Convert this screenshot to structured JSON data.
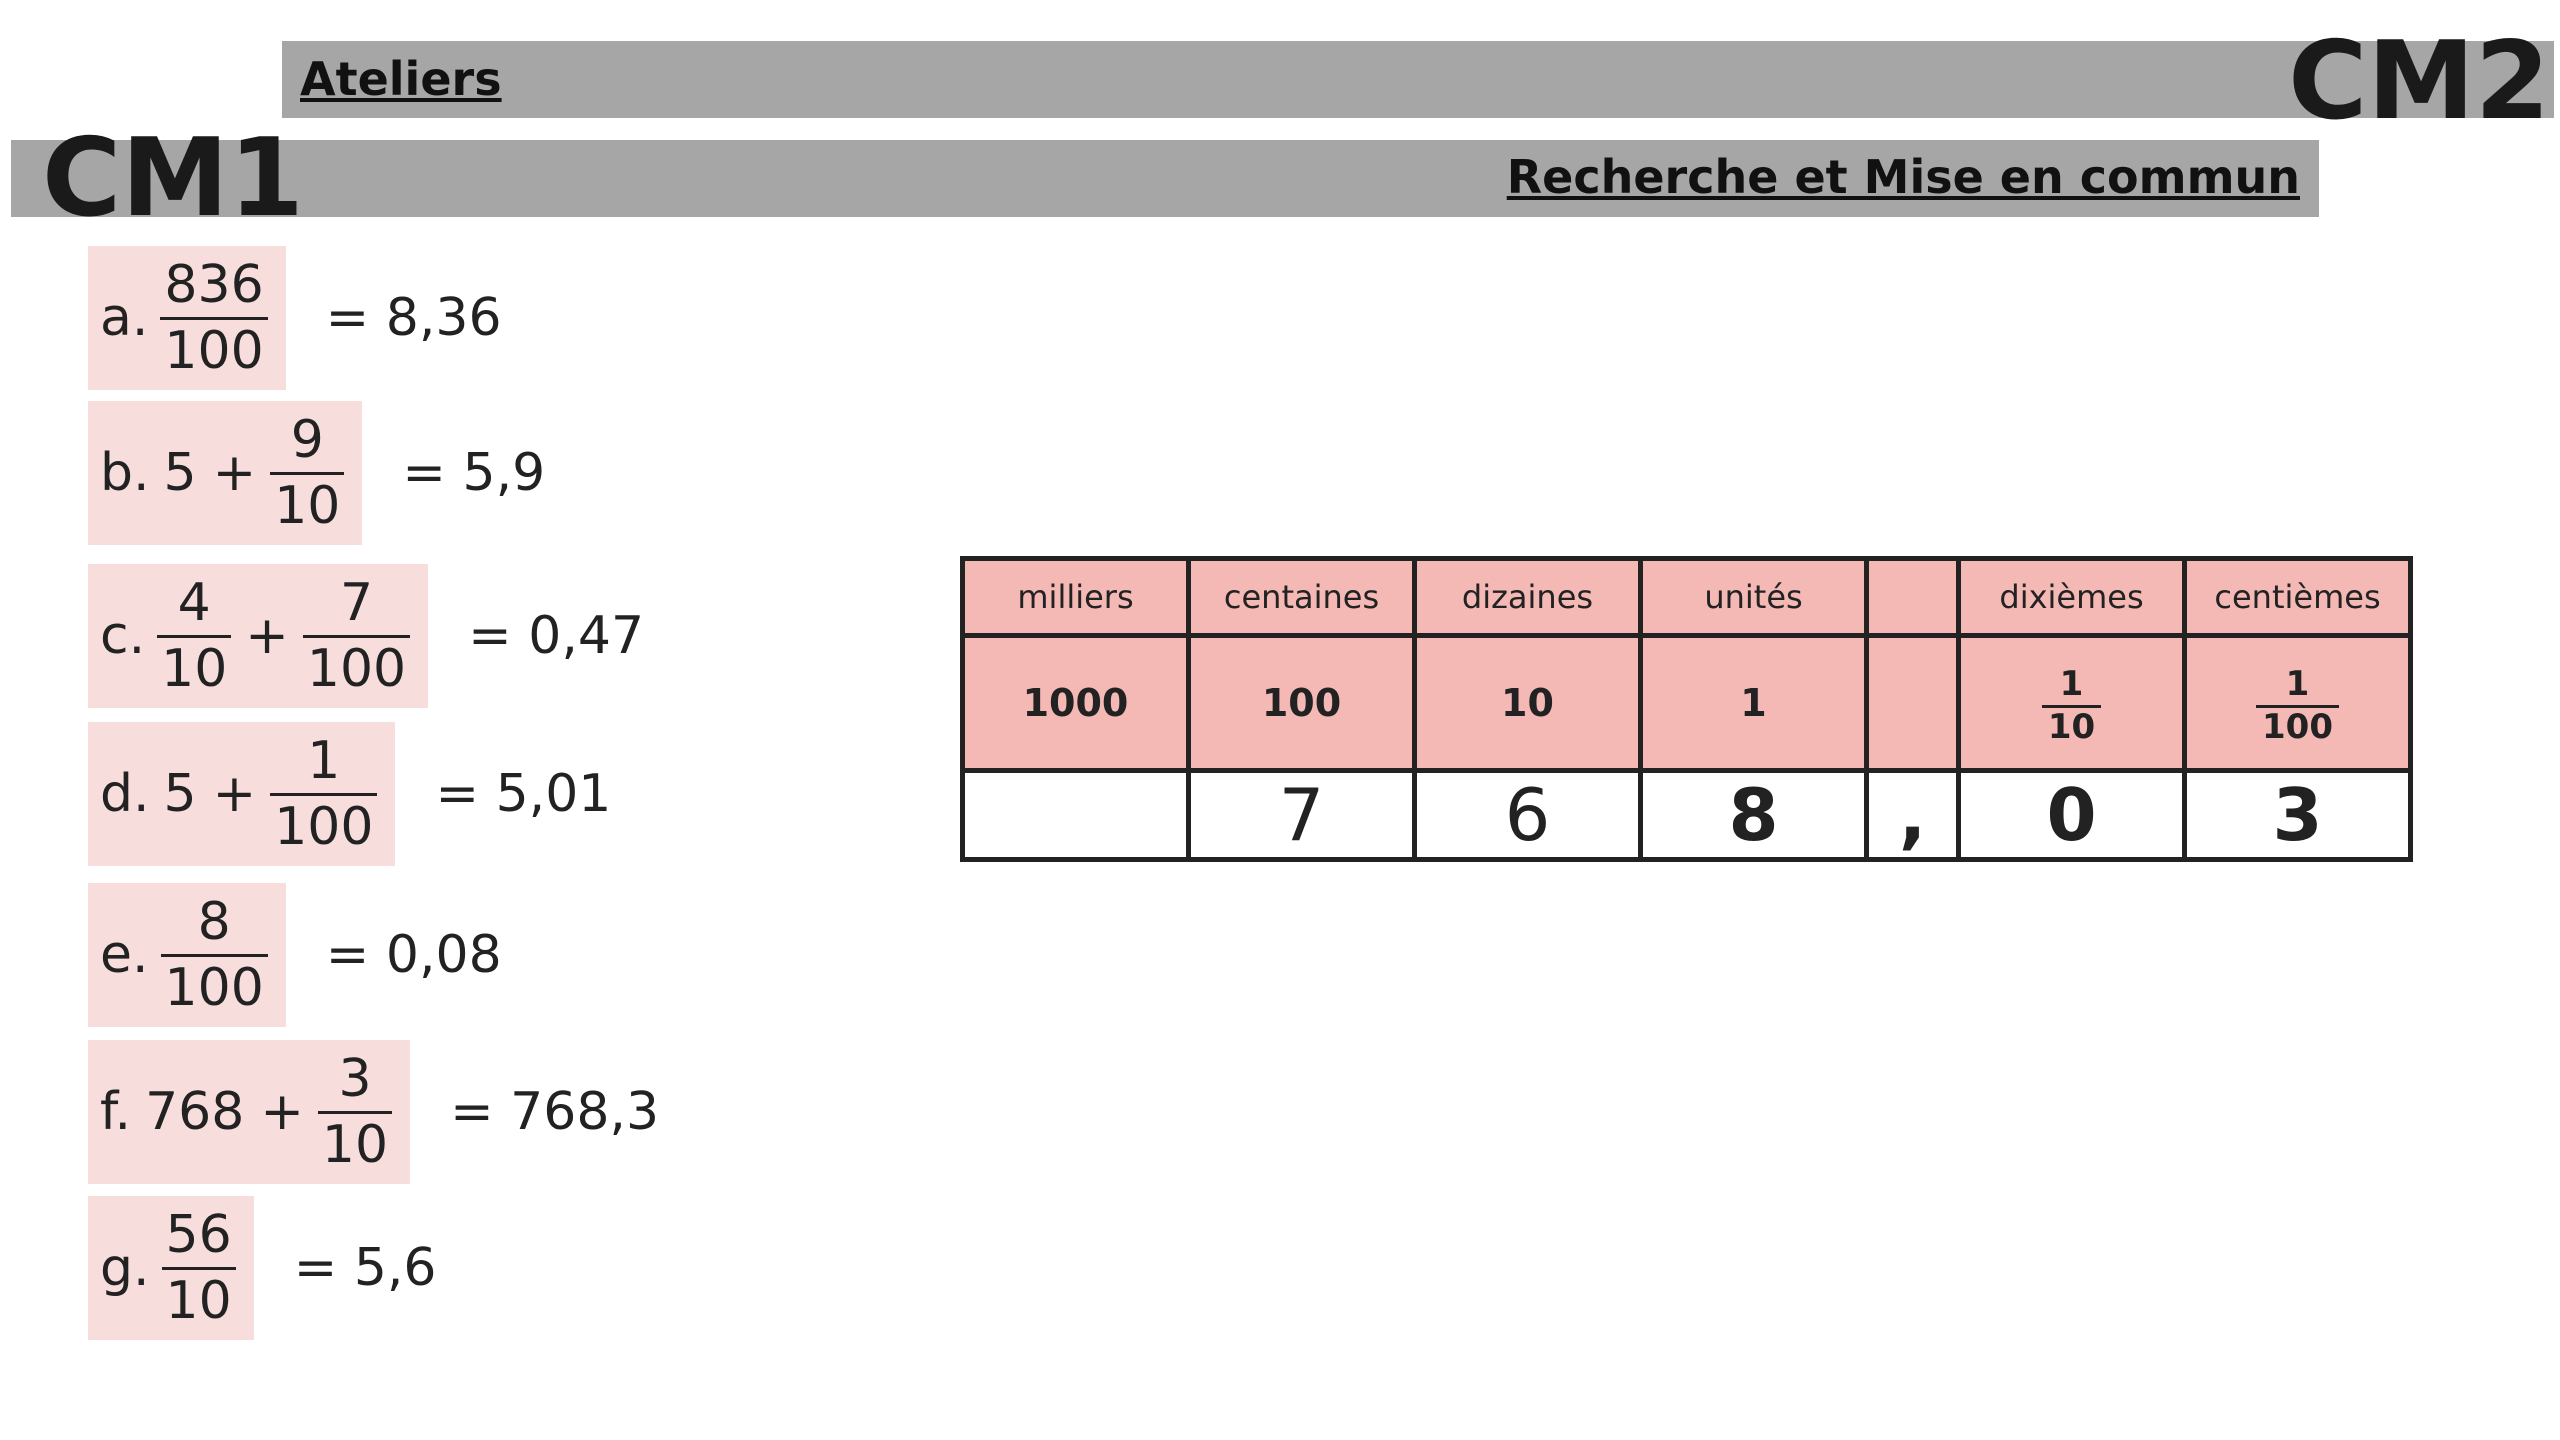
{
  "header": {
    "ateliers": "Ateliers",
    "cm2": "CM2",
    "cm1": "CM1",
    "recherche": "Recherche et Mise en commun"
  },
  "exercises": [
    {
      "label": "a.",
      "frac_num": "836",
      "frac_den": "100",
      "answer": "= 8,36"
    },
    {
      "label": "b.",
      "term": "5",
      "plus": "+",
      "frac_num": "9",
      "frac_den": "10",
      "answer": "= 5,9"
    },
    {
      "label": "c.",
      "frac1_num": "4",
      "frac1_den": "10",
      "plus": "+",
      "frac2_num": "7",
      "frac2_den": "100",
      "answer": "= 0,47"
    },
    {
      "label": "d.",
      "term": "5",
      "plus": "+",
      "frac_num": "1",
      "frac_den": "100",
      "answer": "= 5,01"
    },
    {
      "label": "e.",
      "frac_num": "8",
      "frac_den": "100",
      "answer": "= 0,08"
    },
    {
      "label": "f.",
      "term": "768",
      "plus": "+",
      "frac_num": "3",
      "frac_den": "10",
      "answer": "= 768,3"
    },
    {
      "label": "g.",
      "frac_num": "56",
      "frac_den": "10",
      "answer": "= 5,6"
    }
  ],
  "place_table": {
    "headers": [
      "milliers",
      "centaines",
      "dizaines",
      "unités",
      "",
      "dixièmes",
      "centièmes"
    ],
    "values": [
      "1000",
      "100",
      "10",
      "1",
      ""
    ],
    "tenth": {
      "num": "1",
      "den": "10"
    },
    "hundredth": {
      "num": "1",
      "den": "100"
    },
    "digits": [
      "",
      "7",
      "6",
      "8",
      ",",
      "0",
      "3"
    ]
  }
}
